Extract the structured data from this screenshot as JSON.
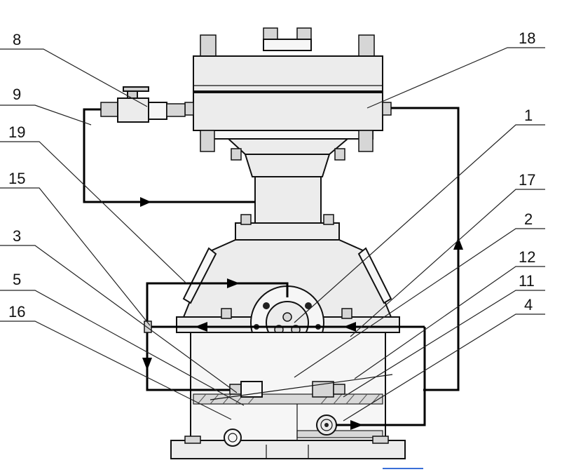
{
  "labels": [
    {
      "id": "8",
      "text": "8"
    },
    {
      "id": "9",
      "text": "9"
    },
    {
      "id": "19",
      "text": "19"
    },
    {
      "id": "15",
      "text": "15"
    },
    {
      "id": "3",
      "text": "3"
    },
    {
      "id": "5",
      "text": "5"
    },
    {
      "id": "16",
      "text": "16"
    },
    {
      "id": "18",
      "text": "18"
    },
    {
      "id": "1",
      "text": "1"
    },
    {
      "id": "17",
      "text": "17"
    },
    {
      "id": "2",
      "text": "2"
    },
    {
      "id": "12",
      "text": "12"
    },
    {
      "id": "11",
      "text": "11"
    },
    {
      "id": "4",
      "text": "4"
    }
  ],
  "colors": {
    "line": "#111111",
    "fill": "#ececec",
    "accent_underline": "#3a6fd8"
  }
}
